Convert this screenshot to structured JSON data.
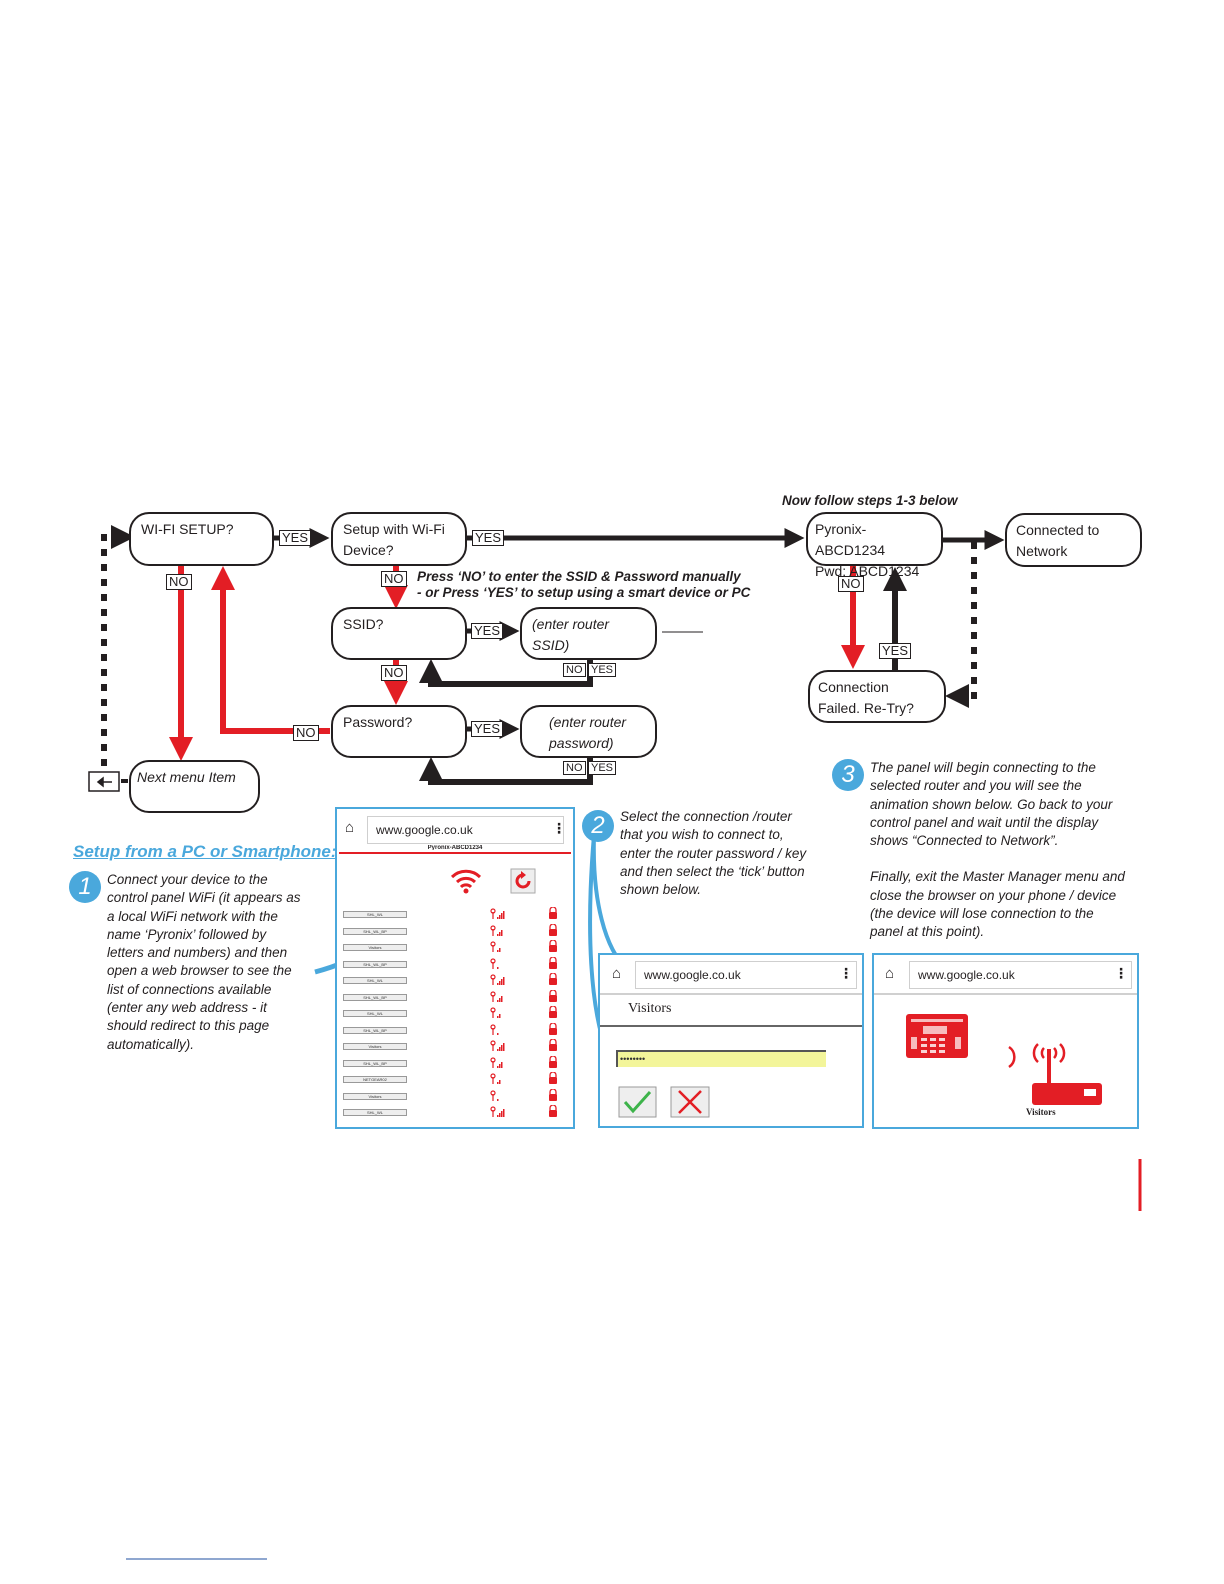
{
  "flowchart": {
    "wifi_setup": "WI-FI SETUP?",
    "setup_device_l1": "Setup with Wi-Fi",
    "setup_device_l2": "Device?",
    "ssid": "SSID?",
    "enter_ssid": "(enter router SSID)",
    "password": "Password?",
    "enter_pwd_l1": "(enter router",
    "enter_pwd_l2": "password)",
    "next_menu": "Next menu Item",
    "pyronix_l1": "Pyronix-ABCD1234",
    "pyronix_l2": "Pwd:  ABCD1234",
    "connected_l1": "Connected to",
    "connected_l2": "Network",
    "failed_l1": "Connection",
    "failed_l2": "Failed.   Re-Try?",
    "yes": "YES",
    "no": "NO",
    "now_follow": "Now follow steps 1-3 below",
    "press_note_l1": "Press ‘NO’ to enter the SSID & Password manually",
    "press_note_l2": "- or Press ‘YES’ to setup using a smart device or PC"
  },
  "setup_heading": "Setup from a PC or Smartphone:",
  "steps": [
    {
      "num": "1",
      "lines": [
        "Connect your device to the",
        "control panel WiFi (it appears as",
        "a local WiFi network with the",
        "name ‘Pyronix’ followed by",
        "letters and numbers) and then",
        "open a web browser to see the",
        "list of connections available",
        "(enter any web address - it",
        "should redirect to this page",
        "automatically)."
      ]
    },
    {
      "num": "2",
      "lines": [
        "Select the connection /router",
        "that you wish to connect to,",
        "enter the router password / key",
        "and then select the ‘tick’ button",
        "shown below."
      ]
    },
    {
      "num": "3",
      "lines": [
        "The panel will begin connecting to the",
        "selected router and you will see the",
        "animation shown below. Go back to your",
        "control panel and wait until the display",
        "shows “Connected to Network”.",
        "",
        "Finally, exit the Master Manager menu and",
        "close the browser on your phone / device",
        "(the device will lose connection to the",
        "panel at this point)."
      ]
    }
  ],
  "screens": {
    "url": "www.google.co.uk",
    "network_list_title": "Pyronix-ABCD1234",
    "networks": [
      "SHL_WL",
      "SHL_WL_BP",
      "Visitors",
      "SHL_WL_BP",
      "SHL_WL",
      "SHL_WL_BP",
      "SHL_WL",
      "SHL_WL_BP",
      "Visitors",
      "SHL_WL_BP",
      "NETGEAR02",
      "Visitors",
      "SHL_WL"
    ],
    "selected_network": "Visitors",
    "password_mask": "••••••••",
    "router_label": "Visitors"
  },
  "colors": {
    "red": "#e31e25",
    "black": "#231f20",
    "blue": "#4aa8dc"
  },
  "icons": [
    "wifi-icon",
    "refresh-icon",
    "signal-icon",
    "lock-icon",
    "home-icon",
    "menu-dots-icon",
    "tick-icon",
    "cross-icon",
    "alarm-panel-icon",
    "router-icon",
    "enter-key-icon"
  ]
}
